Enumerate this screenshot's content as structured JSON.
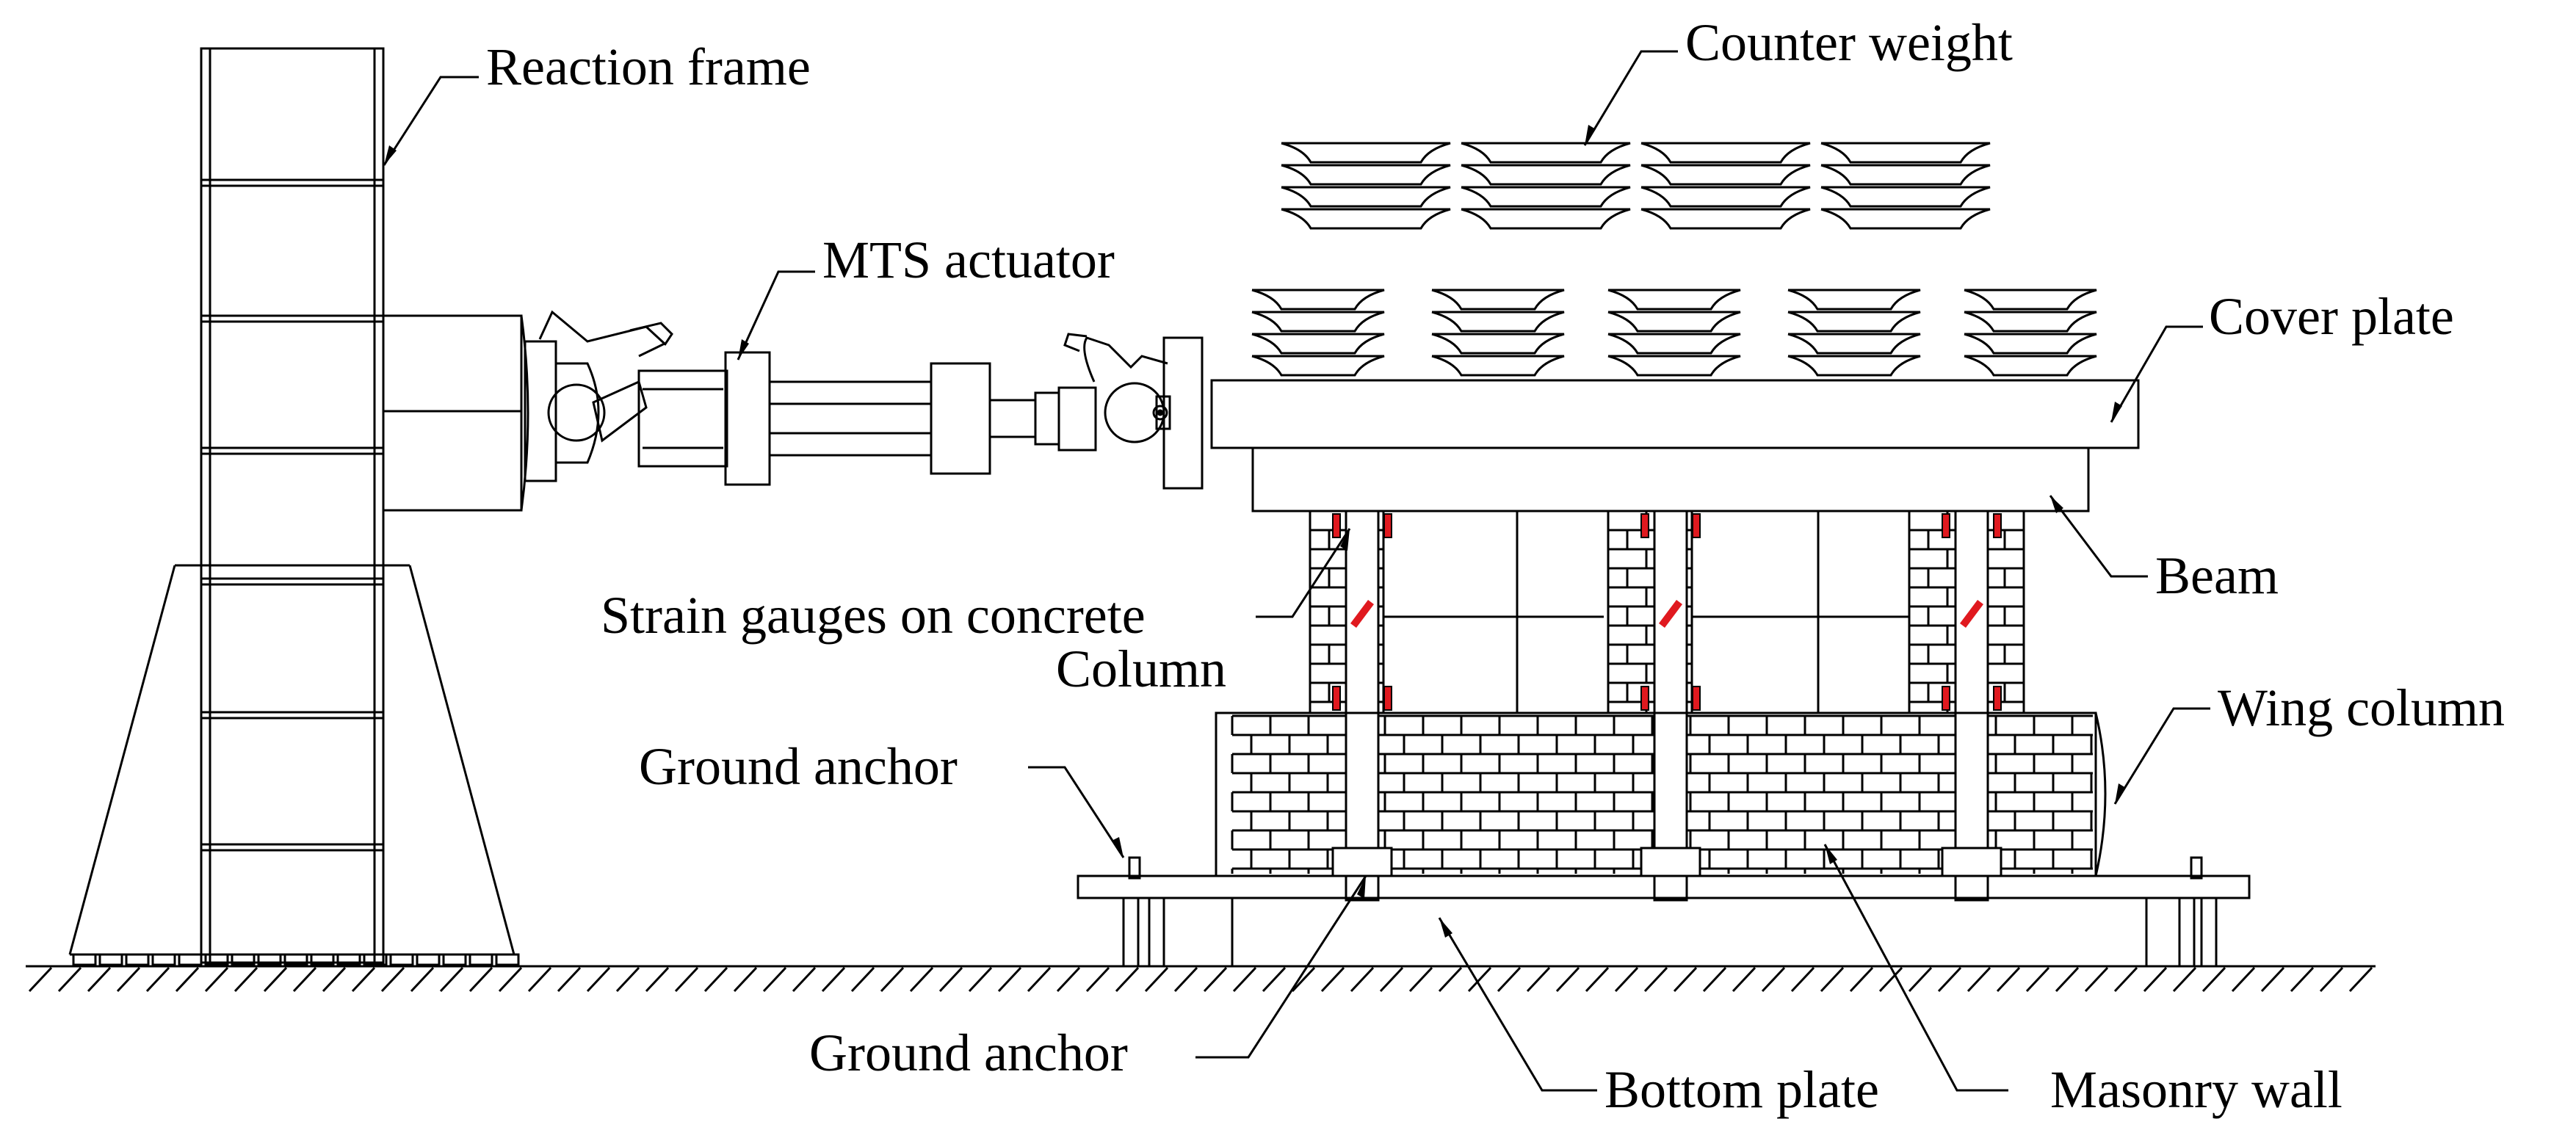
{
  "labels": {
    "reaction_frame": "Reaction frame",
    "mts_actuator": "MTS actuator",
    "counter_weight": "Counter weight",
    "cover_plate": "Cover plate",
    "beam": "Beam",
    "strain_gauges": "Strain gauges on concrete",
    "column": "Column",
    "wing_column": "Wing column",
    "ground_anchor_left": "Ground anchor",
    "ground_anchor_bottom": "Ground anchor",
    "bottom_plate": "Bottom plate",
    "masonry_wall": "Masonry wall"
  },
  "colors": {
    "line": "#000000",
    "strain_gauge": "#e0191f",
    "background": "#ffffff"
  }
}
